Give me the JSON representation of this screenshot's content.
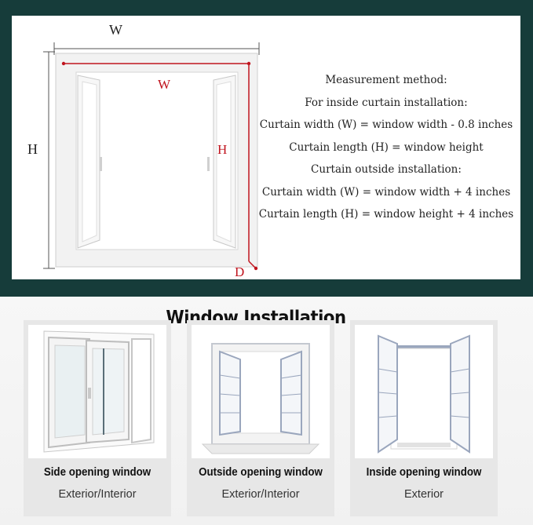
{
  "measurement": {
    "label_w_outer": "W",
    "label_h_outer": "H",
    "label_w_inner": "W",
    "label_h_inner": "H",
    "label_d": "D",
    "lines": [
      "Measurement method:",
      "For inside curtain installation:",
      "Curtain width (W) = window width - 0.8 inches",
      "Curtain length (H) = window height",
      "Curtain outside installation:",
      "Curtain width (W) = window width + 4 inches",
      "Curtain length (H) = window height + 4 inches"
    ],
    "accent_color": "#c0141e"
  },
  "installation": {
    "title": "Window Installation",
    "cards": [
      {
        "name": "Side opening window",
        "subtitle": "Exterior/Interior",
        "icon": "sliding-window-icon"
      },
      {
        "name": "Outside opening window",
        "subtitle": "Exterior/Interior",
        "icon": "outward-casement-window-icon"
      },
      {
        "name": "Inside opening window",
        "subtitle": "Exterior",
        "icon": "inward-casement-window-icon"
      }
    ]
  },
  "colors": {
    "band": "#163c3a",
    "card": "#e7e7e7"
  }
}
